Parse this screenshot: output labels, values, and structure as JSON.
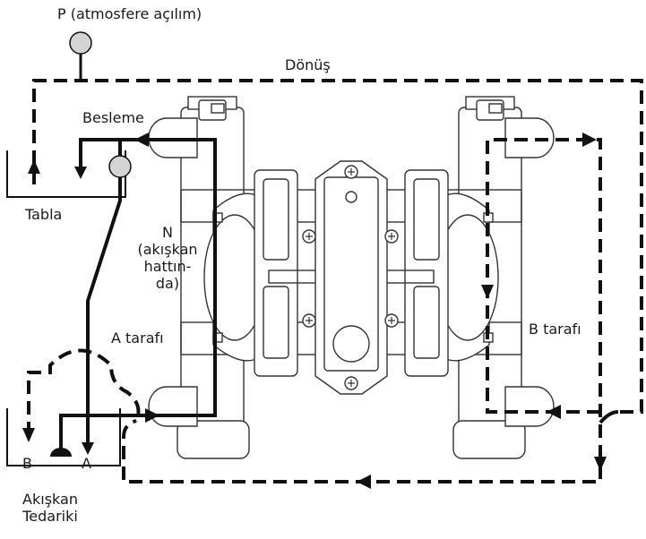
{
  "labels": {
    "p_valve": "P (atmosfere açılım)",
    "return": "Dönüş",
    "supply": "Besleme",
    "tray": "Tabla",
    "n_line1": "N",
    "n_line2": "(akışkan",
    "n_line3": "hattın-",
    "n_line4": "da)",
    "side_a": "A tarafı",
    "side_b": "B tarafı",
    "port_b": "B",
    "port_a": "A",
    "fluid_supply1": "Akışkan",
    "fluid_supply2": "Tedariki"
  }
}
